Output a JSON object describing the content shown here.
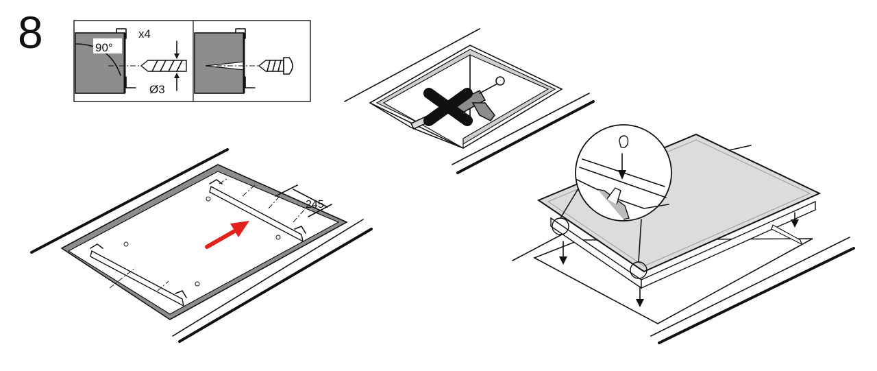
{
  "step": {
    "number": "8"
  },
  "detail_box": {
    "angle_label": "90°",
    "count_label": "x4",
    "drill_diameter_label": "Ø3"
  },
  "dimension": {
    "spacing_label": "245"
  },
  "colors": {
    "arrow": "#e3211c",
    "panel_grey": "#8d8d8d",
    "light_grey": "#dadada",
    "ink": "#111111"
  }
}
